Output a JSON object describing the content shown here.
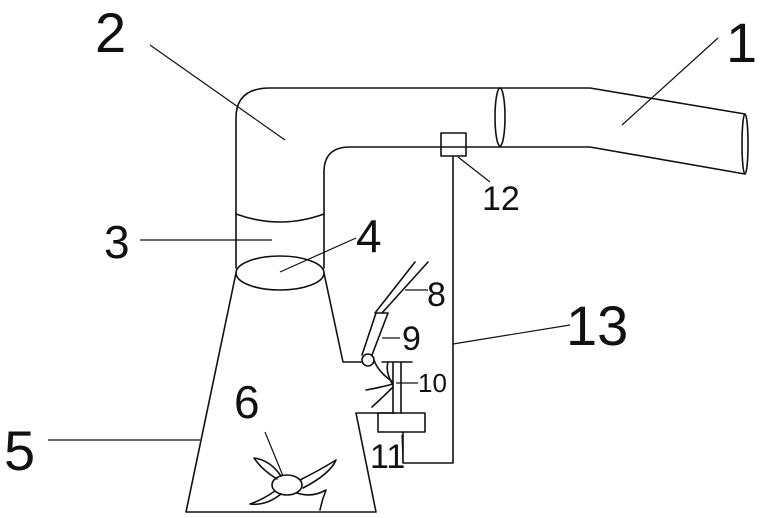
{
  "labels": {
    "l1": "1",
    "l2": "2",
    "l3": "3",
    "l4": "4",
    "l5": "5",
    "l6": "6",
    "l8": "8",
    "l9": "9",
    "l10": "10",
    "l11": "11",
    "l12": "12",
    "l13": "13"
  },
  "colors": {
    "stroke": "#111111",
    "background": "#ffffff"
  }
}
